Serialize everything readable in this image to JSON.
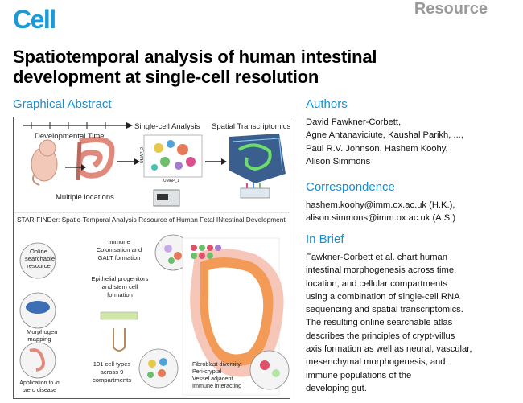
{
  "header": {
    "journal": "Cell",
    "section": "Resource"
  },
  "article": {
    "title_line1": "Spatiotemporal analysis of human intestinal",
    "title_line2": "development at single-cell resolution"
  },
  "graphical_abstract": {
    "heading": "Graphical Abstract",
    "developmental_time": "Developmental Time",
    "single_cell_analysis": "Single-cell Analysis",
    "spatial_transcriptomics": "Spatial Transcriptomics",
    "multiple_locations": "Multiple locations",
    "umap_x": "UMAP_1",
    "umap_y": "UMAP_2",
    "star_finder": "STAR-FINDer: Spatio-Temporal Analysis Resource of Human Fetal INtestinal Development",
    "online_line1": "Online",
    "online_line2": "searchable",
    "online_line3": "resource",
    "immune_line1": "Immune",
    "immune_line2": "Colonisation and",
    "immune_line3": "GALT formation",
    "epithelial_line1": "Epithelial progenitors",
    "epithelial_line2": "and stem cell",
    "epithelial_line3": "formation",
    "morphogen_line1": "Morphogen",
    "morphogen_line2": "mapping",
    "application_line1": "Application to ",
    "application_italic": "in",
    "application_line2_italic": "utero",
    "application_line2_rest": " disease",
    "cell_types_line1": "101 cell types",
    "cell_types_line2": "across 9",
    "cell_types_line3": "compartments",
    "fibro_line1": "Fibroblast diversity:",
    "fibro_line2": "Peri-cryptal",
    "fibro_line3": "Vessel adjacent",
    "fibro_line4": "Immune interacting"
  },
  "authors": {
    "heading": "Authors",
    "line1": "David Fawkner-Corbett,",
    "line2": "Agne Antanaviciute, Kaushal Parikh, ...,",
    "line3": "Paul R.V. Johnson, Hashem Koohy,",
    "line4": "Alison Simmons"
  },
  "correspondence": {
    "heading": "Correspondence",
    "line1": "hashem.koohy@imm.ox.ac.uk (H.K.),",
    "line2": "alison.simmons@imm.ox.ac.uk (A.S.)"
  },
  "in_brief": {
    "heading": "In Brief",
    "lines": [
      "Fawkner-Corbett et al. chart human",
      "intestinal morphogenesis across time,",
      "location, and cellular compartments",
      "using a combination of single-cell RNA",
      "sequencing and spatial transcriptomics.",
      "The resulting online searchable atlas",
      "describes the principles of crypt-villus",
      "axis formation as well as neural, vascular,",
      "mesenchymal morphogenesis, and",
      "immune populations of the",
      "developing gut."
    ]
  },
  "colors": {
    "cell_blue": "#1a9ad6",
    "heading_blue": "#1a8ccc",
    "section_gray": "#9a9a9a"
  }
}
